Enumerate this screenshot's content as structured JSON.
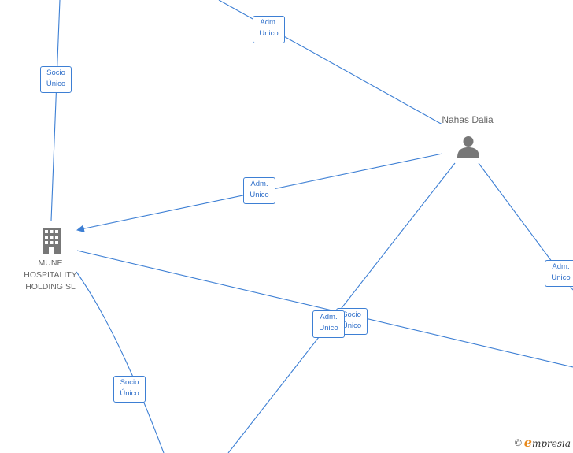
{
  "nodes": {
    "person": {
      "name": "Nahas Dalia",
      "icon": "person-icon"
    },
    "company": {
      "name_lines": [
        "MUNE",
        "HOSPITALITY",
        "HOLDING  SL"
      ],
      "icon": "building-icon"
    }
  },
  "edge_labels": {
    "top_adm": [
      "Adm.",
      "Unico"
    ],
    "left_socio": [
      "Socio",
      "Único"
    ],
    "mid_adm": [
      "Adm.",
      "Unico"
    ],
    "right_adm": [
      "Adm.",
      "Unico"
    ],
    "center_socio": [
      "Socio",
      "Único"
    ],
    "center_adm": [
      "Adm.",
      "Unico"
    ],
    "bottom_socio": [
      "Socio",
      "Único"
    ]
  },
  "footer": {
    "copyright": "©",
    "brand_e": "e",
    "brand_rest": "mpresia"
  },
  "colors": {
    "edge": "#3d7fd4",
    "node_text": "#666666",
    "icon": "#777777",
    "brand_accent": "#e8891c"
  }
}
